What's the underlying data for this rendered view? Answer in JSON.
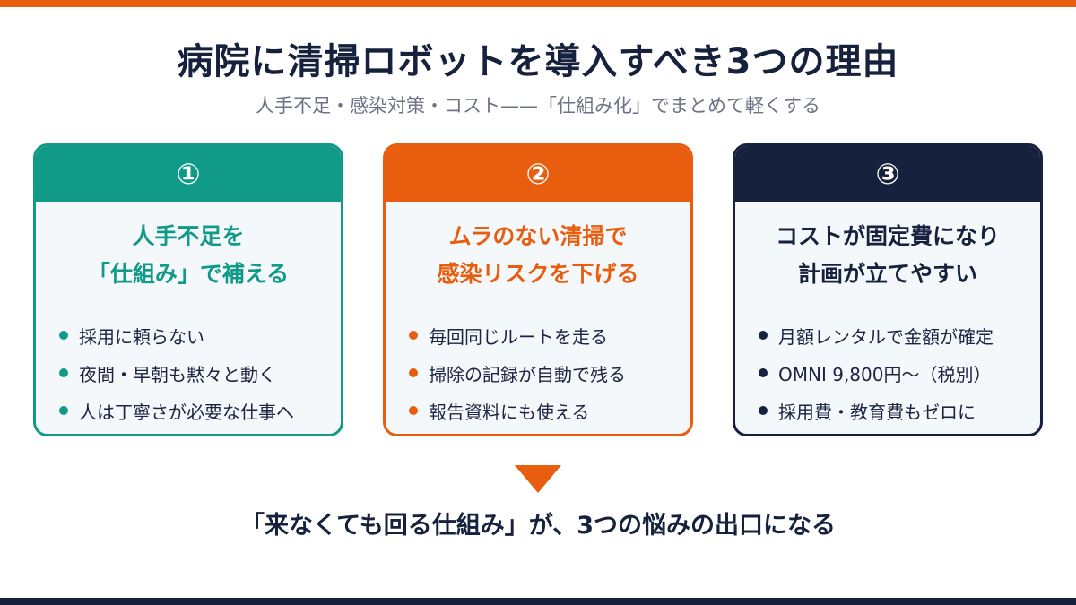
{
  "title": "病院に清掃ロボットを導入すべき3つの理由",
  "subtitle": "人手不足・感染対策・コスト——「仕組み化」でまとめて軽くする",
  "colors": {
    "teal": "#129a88",
    "orange": "#e85d0e",
    "navy": "#16213d"
  },
  "cards": [
    {
      "number": "①",
      "heading_line1": "人手不足を",
      "heading_line2": "「仕組み」で補える",
      "bullets": [
        "採用に頼らない",
        "夜間・早朝も黙々と動く",
        "人は丁寧さが必要な仕事へ"
      ]
    },
    {
      "number": "②",
      "heading_line1": "ムラのない清掃で",
      "heading_line2": "感染リスクを下げる",
      "bullets": [
        "毎回同じルートを走る",
        "掃除の記録が自動で残る",
        "報告資料にも使える"
      ]
    },
    {
      "number": "③",
      "heading_line1": "コストが固定費になり",
      "heading_line2": "計画が立てやすい",
      "bullets": [
        "月額レンタルで金額が確定",
        "OMNI 9,800円〜（税別）",
        "採用費・教育費もゼロに"
      ]
    }
  ],
  "conclusion": "「来なくても回る仕組み」が、3つの悩みの出口になる"
}
